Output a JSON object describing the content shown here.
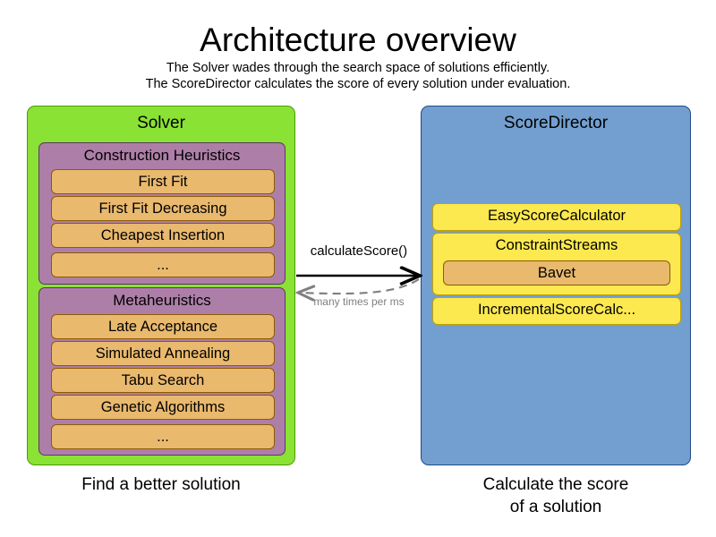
{
  "header": {
    "title": "Architecture overview",
    "subtitle_1": "The Solver wades through the search space of solutions efficiently.",
    "subtitle_2": "The ScoreDirector calculates the score of every solution under evaluation."
  },
  "solver": {
    "title": "Solver",
    "caption": "Find a better solution",
    "groups": [
      {
        "title": "Construction Heuristics",
        "items": [
          "First Fit",
          "First Fit Decreasing",
          "Cheapest Insertion",
          "..."
        ]
      },
      {
        "title": "Metaheuristics",
        "items": [
          "Late Acceptance",
          "Simulated Annealing",
          "Tabu Search",
          "Genetic Algorithms",
          "..."
        ]
      }
    ]
  },
  "score_director": {
    "title": "ScoreDirector",
    "caption_line_1": "Calculate the score",
    "caption_line_2": "of a solution",
    "calculators": [
      {
        "label": "EasyScoreCalculator"
      },
      {
        "label": "ConstraintStreams",
        "child": "Bavet"
      },
      {
        "label": "IncrementalScoreCalc..."
      }
    ]
  },
  "arrows": {
    "forward_label": "calculateScore()",
    "return_label": "many times per ms"
  },
  "colors": {
    "solver_green": "#8ae234",
    "solver_green_border": "#4e9a06",
    "group_purple": "#ad7fa8",
    "group_purple_border": "#5c3566",
    "item_orange": "#e9b96e",
    "item_orange_border": "#8f5902",
    "score_blue": "#729fcf",
    "score_blue_border": "#204a87",
    "calc_yellow": "#fce94f",
    "calc_yellow_border": "#c4a000",
    "arrow_solid": "#000000",
    "arrow_dashed": "#808080",
    "background": "#ffffff"
  }
}
